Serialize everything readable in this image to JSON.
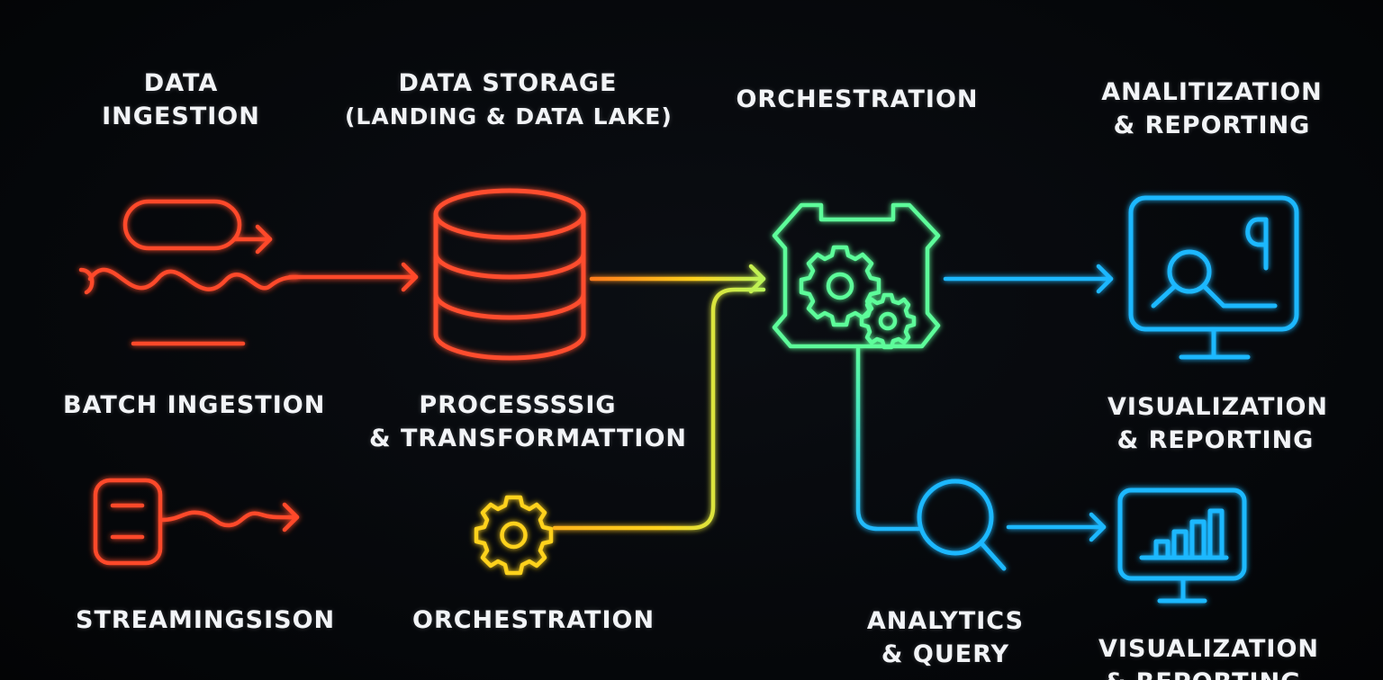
{
  "headers": {
    "ingestion": [
      "DATA",
      "INGESTION"
    ],
    "storage": [
      "DATA STORAGE",
      "(LANDING & DATA LAKE)"
    ],
    "orchestration": [
      "ORCHESTRATION"
    ],
    "analytics": [
      "ANALITIZATION",
      "& REPORTING"
    ]
  },
  "labels": {
    "batch": "BATCH INGESTION",
    "processing": [
      "PROCESSSSIG",
      "& TRANSFORMATTION"
    ],
    "streaming": "STREAMINGSISON",
    "orchestration_small": "ORCHESTRATION",
    "visualization_1": [
      "VISUALIZATION",
      "& REPORTING"
    ],
    "analytics_query": [
      "ANALYTICS",
      "& QUERY"
    ],
    "visualization_2": [
      "VISUALIZATION",
      "& REPORTING"
    ]
  },
  "colors": {
    "background": "#05070a",
    "ingestion": "#ff4a2a",
    "storage": "#ff4d2e",
    "gear": "#ffd21f",
    "orchestration": "#5dfc9a",
    "analytics": "#1fb8ff",
    "text": "#f2f4f7"
  },
  "icons": [
    "batch-ingestion-icon",
    "database-icon",
    "stream-device-icon",
    "gear-icon",
    "orchestration-gears-icon",
    "monitor-search-icon",
    "magnifier-icon",
    "monitor-bar-chart-icon"
  ]
}
